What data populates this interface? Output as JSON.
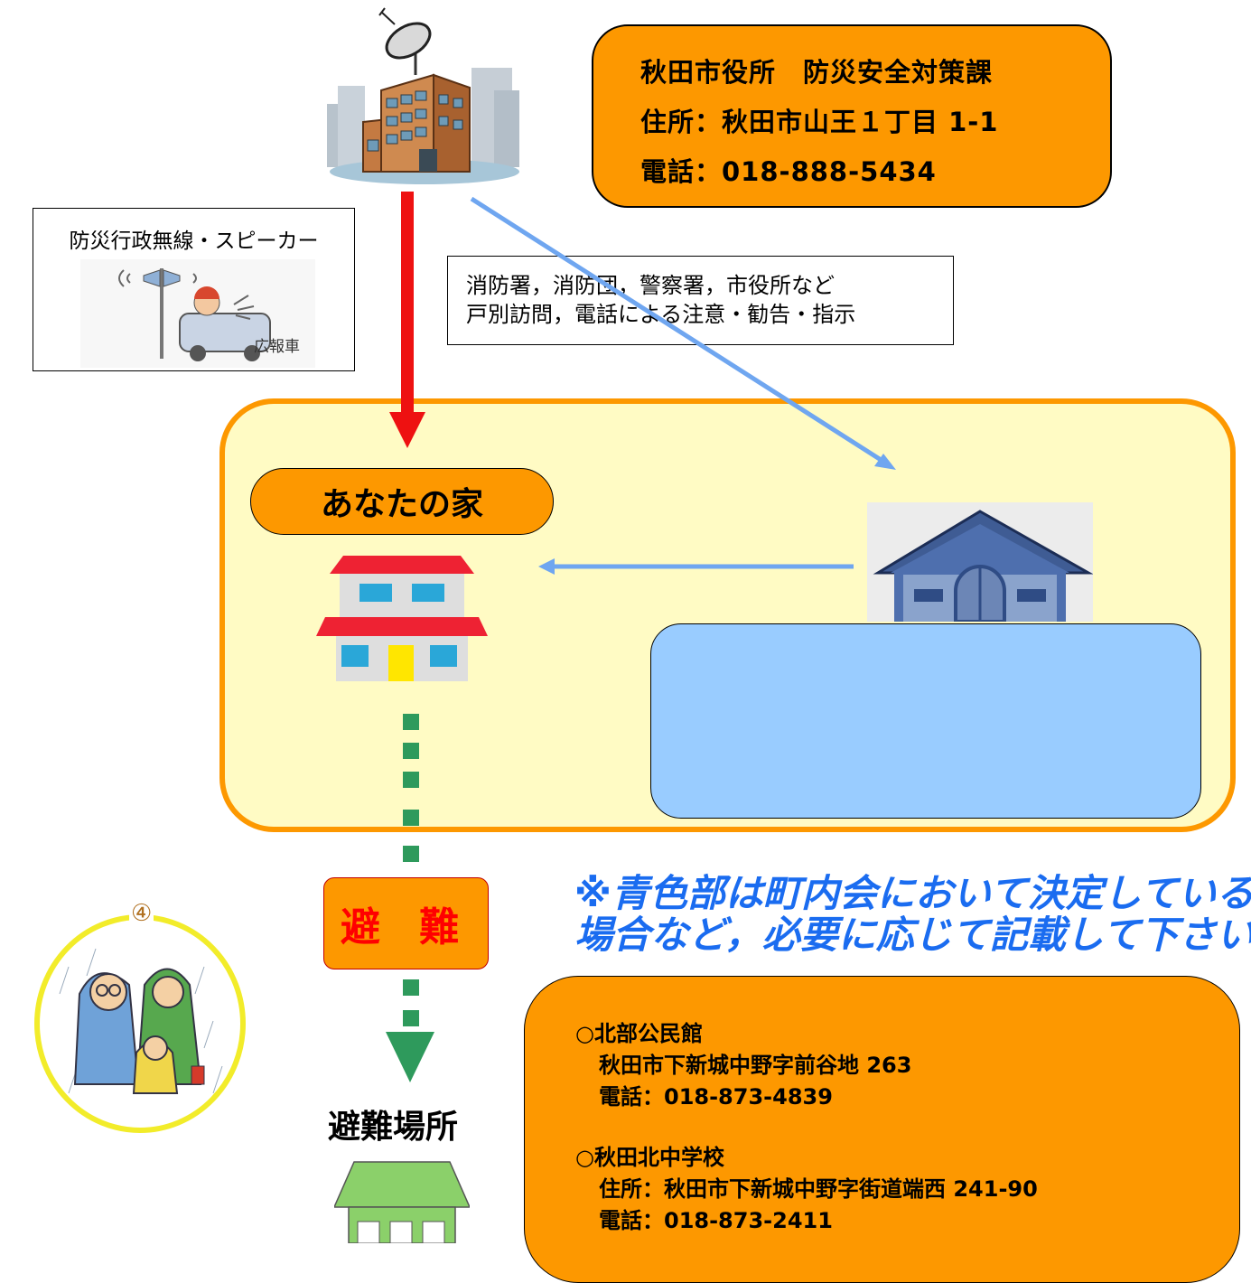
{
  "office": {
    "name": "秋田市役所　防災安全対策課",
    "address": "住所：秋田市山王１丁目 1-1",
    "phone": "電話：018-888-5434"
  },
  "radio_caption": "防災行政無線・スピーカー",
  "radio_car_label": "広報車",
  "visit_caption": {
    "line1": "消防署，消防団，警察署，市役所など",
    "line2": "戸別訪問，電話による注意・勧告・指示"
  },
  "home_label": "あなたの家",
  "evacuate_label": "避 難",
  "note": {
    "line1": "※青色部は町内会において決定している",
    "line2": "場合など，必要に応じて記載して下さい"
  },
  "shelter_title": "避難場所",
  "illustration_number": "④",
  "shelters": [
    {
      "name": "○北部公民館",
      "address": "秋田市下新城中野字前谷地 263",
      "phone": "電話：018-873-4839"
    },
    {
      "name": "○秋田北中学校",
      "address": "住所：秋田市下新城中野字街道端西 241-90",
      "phone": "電話：018-873-2411"
    }
  ],
  "colors": {
    "orange": "#fd9800",
    "red_arrow": "#ee1111",
    "blue_arrow": "#6fa6f0",
    "green_dash": "#2e9a5c",
    "yellow_area": "#fffbc4",
    "blue_panel": "#99ccff",
    "note_text": "#1a6cf0"
  }
}
